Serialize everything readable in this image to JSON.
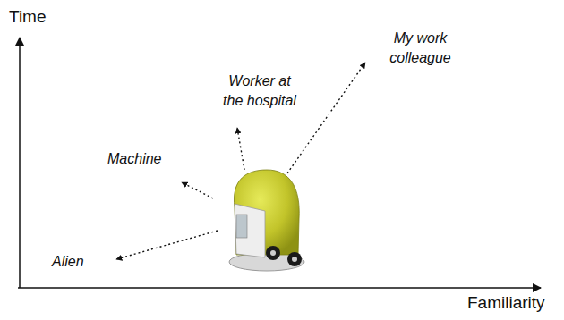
{
  "diagram": {
    "labels": [
      "Time",
      "My work colleague",
      "Worker at the hospital",
      "Machine",
      "Alien",
      "Familiarity"
    ]
  }
}
